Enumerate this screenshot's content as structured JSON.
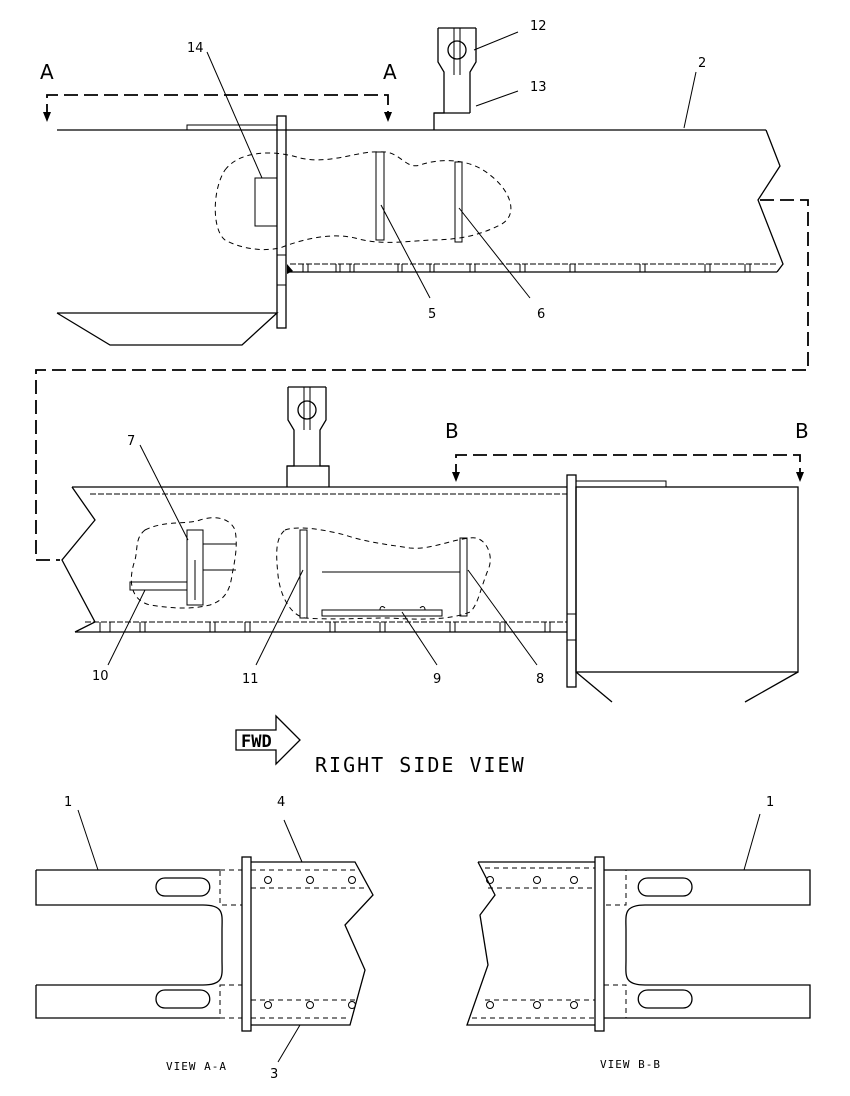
{
  "section_markers": {
    "a_left": "A",
    "a_right": "A",
    "b_left": "B",
    "b_right": "B"
  },
  "callouts": {
    "c1_left": "1",
    "c1_right": "1",
    "c2": "2",
    "c3": "3",
    "c4": "4",
    "c5": "5",
    "c6": "6",
    "c7": "7",
    "c8": "8",
    "c9": "9",
    "c10": "10",
    "c11": "11",
    "c12": "12",
    "c13": "13",
    "c14": "14"
  },
  "fwd_label": "FWD",
  "view_title": "RIGHT SIDE VIEW",
  "view_a_label": "VIEW A-A",
  "view_b_label": "VIEW B-B"
}
